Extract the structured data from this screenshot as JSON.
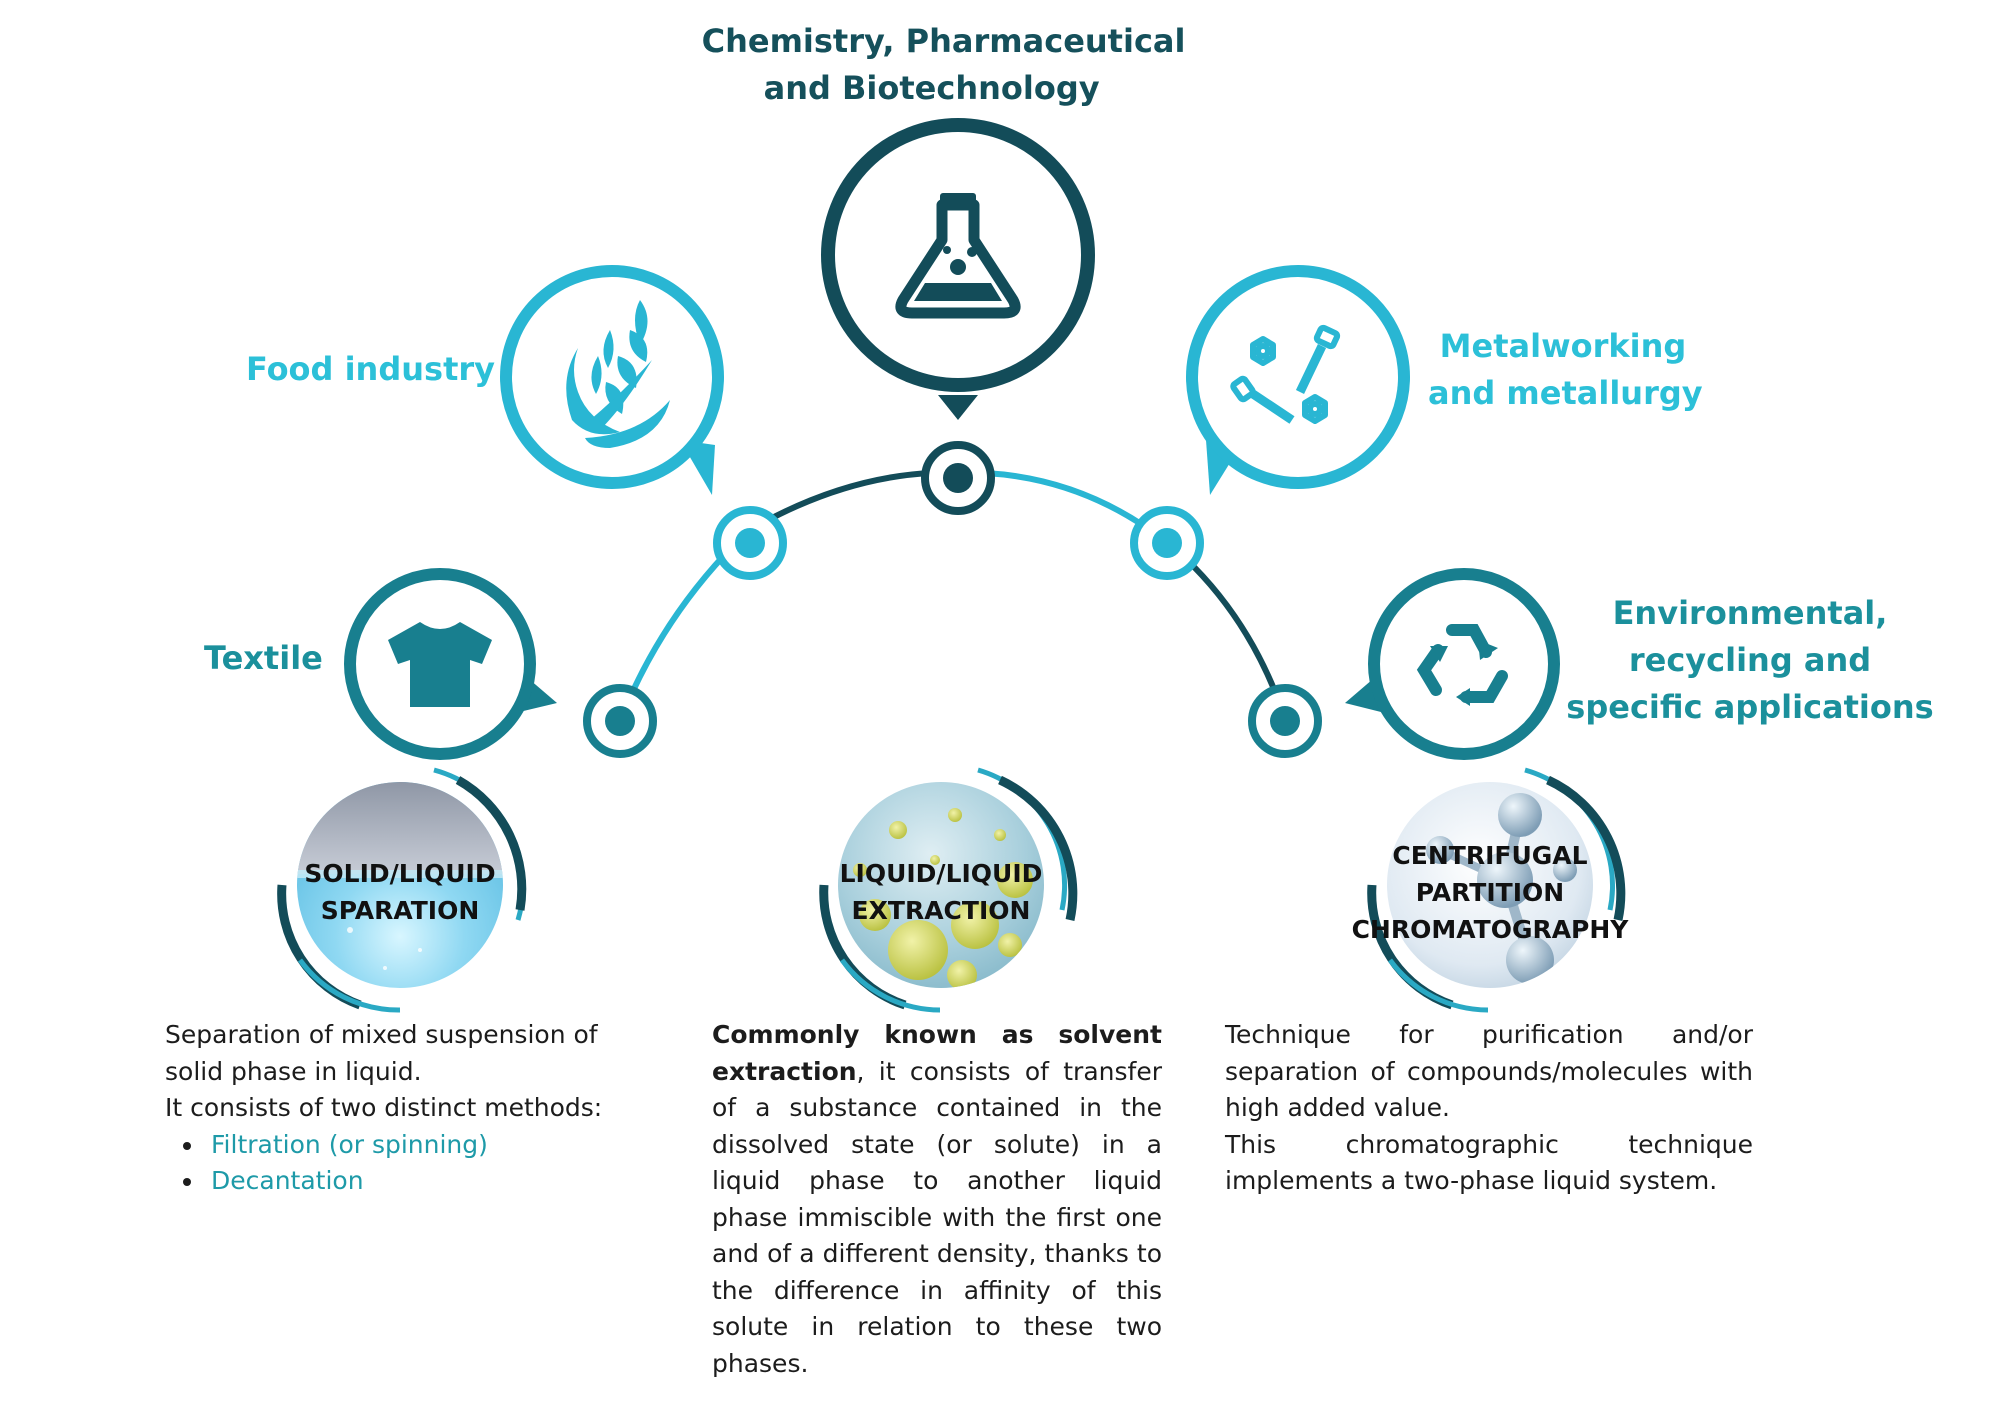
{
  "colors": {
    "dark": "#134c59",
    "cyan": "#29b6d3",
    "teal": "#187f8f",
    "label_dark": "#15505b",
    "label_cyan": "#2cc0d8",
    "label_teal": "#1b909c",
    "bullet_text": "#1e9aa8"
  },
  "industries": [
    {
      "id": "chemistry",
      "lines": [
        "Chemistry, Pharmaceutical",
        "and Biotechnology"
      ],
      "icon": "flask-icon"
    },
    {
      "id": "food",
      "lines": [
        "Food industry"
      ],
      "icon": "wheat-icon"
    },
    {
      "id": "metal",
      "lines": [
        "Metalworking",
        "and metallurgy"
      ],
      "icon": "bolts-nuts-icon"
    },
    {
      "id": "textile",
      "lines": [
        "Textile"
      ],
      "icon": "tshirt-icon"
    },
    {
      "id": "environment",
      "lines": [
        "Environmental,",
        "recycling and",
        "specific applications"
      ],
      "icon": "recycle-icon"
    }
  ],
  "techniques": [
    {
      "id": "solid-liquid",
      "title": [
        "SOLID/LIQUID",
        "SPARATION"
      ],
      "image": "water-surface-image",
      "description": {
        "paragraph1": "Separation of mixed suspension of solid phase in liquid.",
        "paragraph2": "It consists of two distinct methods:",
        "bullets": [
          "Filtration (or spinning)",
          "Decantation"
        ]
      }
    },
    {
      "id": "liquid-liquid",
      "title": [
        "LIQUID/LIQUID",
        "EXTRACTION"
      ],
      "image": "oil-droplets-image",
      "description": {
        "bold_lead": "Commonly known as solvent extraction",
        "rest": ", it consists of transfer of a substance contained in the dissolved state (or solute) in a liquid phase to another liquid phase immiscible with the first one and of a different density, thanks to the difference in affinity of this solute in relation to these two phases."
      }
    },
    {
      "id": "cpc",
      "title": [
        "CENTRIFUGAL",
        "PARTITION",
        "CHROMATOGRAPHY"
      ],
      "image": "molecule-image",
      "description": {
        "paragraph1": "Technique for purification and/or separation of compounds/molecules with high added value.",
        "paragraph2": "This chromatographic technique implements a two-phase liquid system."
      }
    }
  ]
}
